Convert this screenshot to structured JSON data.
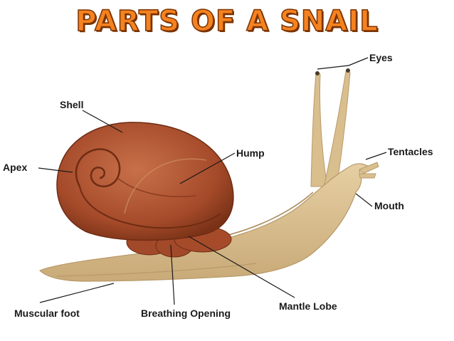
{
  "title": "PARTS OF A SNAIL",
  "colors": {
    "title_fill": "#f58220",
    "title_outline": "#7a3300",
    "shell": "#a64b2a",
    "shell_dark": "#6e2c14",
    "body": "#d9be8e",
    "body_dark": "#b89a6a"
  },
  "labels": {
    "eyes": "Eyes",
    "shell": "Shell",
    "hump": "Hump",
    "tentacles": "Tentacles",
    "apex": "Apex",
    "mouth": "Mouth",
    "mantle_lobe": "Mantle Lobe",
    "muscular_foot": "Muscular foot",
    "breathing_opening": "Breathing Opening"
  }
}
